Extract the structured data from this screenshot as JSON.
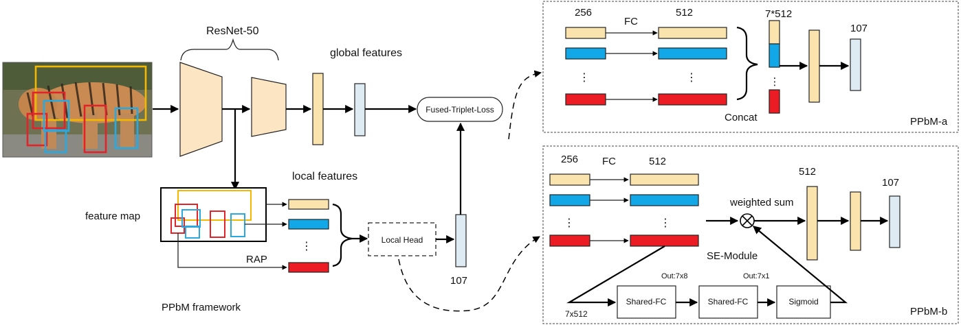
{
  "colors": {
    "yellow": "#fbe3ad",
    "blue": "#12a8e8",
    "red": "#ec1c24",
    "lightblue": "#deebf2",
    "trapezoid": "#fbe5c2",
    "bbox_yellow": "#f3b800",
    "bbox_red": "#e2232a",
    "bbox_blue": "#2aa9e0"
  },
  "icons": {
    "tiger": "tiger-photo",
    "multiply": "circled-times-icon"
  },
  "framework": {
    "backbone": "ResNet-50",
    "global_features": "global features",
    "local_features": "local features",
    "feature_map": "feature map",
    "rap": "RAP",
    "local_head": "Local Head",
    "loss": "Fused-Triplet-Loss",
    "dim_107": "107",
    "caption": "PPbM framework",
    "dots": "⋮"
  },
  "ppbm_a": {
    "dim_256": "256",
    "fc": "FC",
    "dim_512": "512",
    "dim_concat": "7*512",
    "dim_107": "107",
    "concat": "Concat",
    "name": "PPbM-a",
    "dots": "⋮"
  },
  "ppbm_b": {
    "dim_256": "256",
    "fc": "FC",
    "dim_512": "512",
    "dim_512_out": "512",
    "dim_107": "107",
    "weighted_sum": "weighted sum",
    "se_module": "SE-Module",
    "shared_fc_1": "Shared-FC",
    "shared_fc_2": "Shared-FC",
    "sigmoid": "Sigmoid",
    "out_1": "Out:7x8",
    "out_2": "Out:7x1",
    "input": "7x512",
    "name": "PPbM-b",
    "dots": "⋮"
  }
}
